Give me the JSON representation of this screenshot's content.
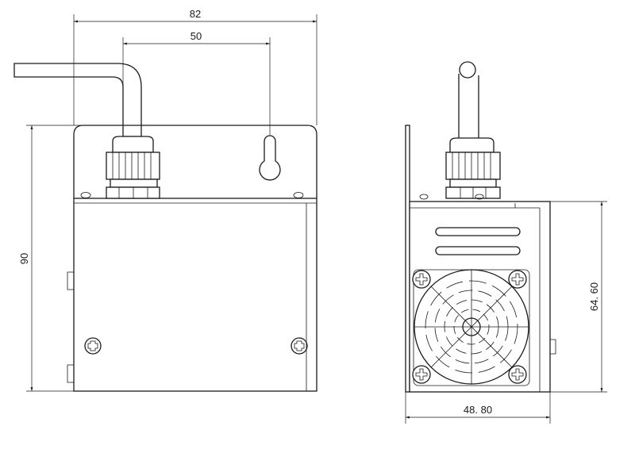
{
  "dimensions": {
    "front_width": "82",
    "mount_spacing": "50",
    "front_height": "90",
    "side_height": "64. 60",
    "side_width": "48. 80"
  }
}
